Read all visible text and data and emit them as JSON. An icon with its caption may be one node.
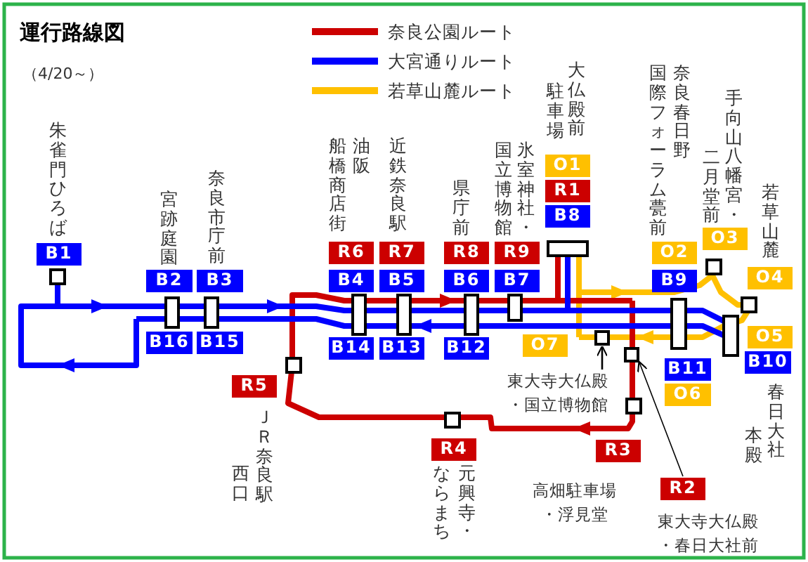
{
  "diagram": {
    "title": "運行路線図",
    "nodes": [
      {
        "text": [
          "B1"
        ]
      },
      {
        "text": [
          "R6"
        ]
      },
      {
        "text": [
          "R7"
        ]
      },
      {
        "text": [
          "R8"
        ]
      },
      {
        "text": [
          "R9"
        ]
      },
      {
        "text": [
          "O1"
        ]
      },
      {
        "text": [
          "R1"
        ]
      },
      {
        "text": [
          "B8"
        ]
      },
      {
        "text": [
          "O2"
        ]
      },
      {
        "text": [
          "O3"
        ]
      },
      {
        "text": [
          "B2"
        ]
      },
      {
        "text": [
          "B3"
        ]
      },
      {
        "text": [
          "B4"
        ]
      },
      {
        "text": [
          "B5"
        ]
      },
      {
        "text": [
          "B6"
        ]
      },
      {
        "text": [
          "B7"
        ]
      },
      {
        "text": [
          "B9"
        ]
      },
      {
        "text": [
          "O4"
        ]
      },
      {
        "text": [
          "B16"
        ]
      },
      {
        "text": [
          "B15"
        ]
      },
      {
        "text": [
          "B14"
        ]
      },
      {
        "text": [
          "B13"
        ]
      },
      {
        "text": [
          "B12"
        ]
      },
      {
        "text": [
          "O7"
        ]
      },
      {
        "text": [
          "O5"
        ]
      },
      {
        "text": [
          "B10"
        ]
      },
      {
        "text": [
          "B11"
        ]
      },
      {
        "text": [
          "O6"
        ]
      },
      {
        "text": [
          "R5"
        ]
      },
      {
        "text": [
          "R4"
        ]
      },
      {
        "text": [
          "R3"
        ]
      },
      {
        "text": [
          "R2"
        ]
      },
      {
        "text": [],
        "shape": "box"
      },
      {
        "text": [],
        "shape": "box"
      },
      {
        "text": [
          "東大寺大仏殿・国立博物館"
        ]
      }
    ],
    "edges": [
      {
        "from": 34,
        "to": 32,
        "arrow": "to"
      },
      {
        "from": 31,
        "to": 33,
        "arrow": "to"
      }
    ],
    "labels": [
      "（4/20～）",
      "朱雀門ひろば",
      "宮跡庭園",
      "奈良市庁前",
      "船橋商店街",
      "油阪",
      "近鉄奈良駅",
      "県庁前",
      "国立博物館",
      "氷室神社・",
      "駐車場",
      "大仏殿前",
      "国際フォーラム甍前",
      "奈良春日野",
      "二月堂前",
      "手向山八幡宮・",
      "若草山麓",
      "西口",
      "ＪＲ奈良駅",
      "ならまち",
      "元興寺・",
      "高畑駐車場・浮見堂",
      "本殿",
      "春日大社",
      "東大寺大仏殿・春日大社前"
    ],
    "legend": [
      {
        "text": "奈良公園ルート",
        "color": "#cc0000"
      },
      {
        "text": "大宮通りルート",
        "color": "#0000ff"
      },
      {
        "text": "若草山麓ルート",
        "color": "#ffc000"
      }
    ]
  }
}
